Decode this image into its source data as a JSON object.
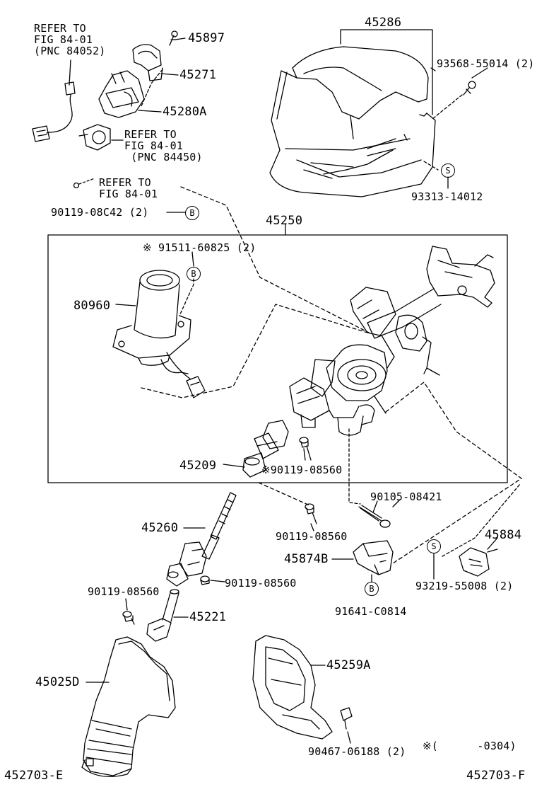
{
  "labels": {
    "refer_84052": "REFER TO\nFIG 84-01\n(PNC 84052)",
    "p45897": "45897",
    "p45271": "45271",
    "p45280a": "45280A",
    "refer_84450": "REFER TO\nFIG 84-01\n (PNC 84450)",
    "refer_8401": "REFER TO\nFIG 84-01",
    "p90119_08c42": "90119-08C42 (2)",
    "p45286": "45286",
    "p93568": "93568-55014 (2)",
    "p93313": "93313-14012",
    "p45250": "45250",
    "p91511": "※ 91511-60825 (2)",
    "p80960": "80960",
    "p45209": "45209",
    "p90119_08560_star": "※90119-08560",
    "p90105": "90105-08421",
    "p90119_08560_mid": "90119-08560",
    "p45884": "45884",
    "p45874b": "45874B",
    "p93219": "93219-55008 (2)",
    "p91641": "91641-C0814",
    "p45260": "45260",
    "p90119_08560_right": "90119-08560",
    "p90119_08560_left": "90119-08560",
    "p45221": "45221",
    "p45025d": "45025D",
    "p45259a": "45259A",
    "p90467": "90467-06188 (2)",
    "note_range": "※(      -0304)",
    "code_left": "452703-E",
    "code_right": "452703-F"
  },
  "markers": {
    "b": "B",
    "s": "S"
  }
}
